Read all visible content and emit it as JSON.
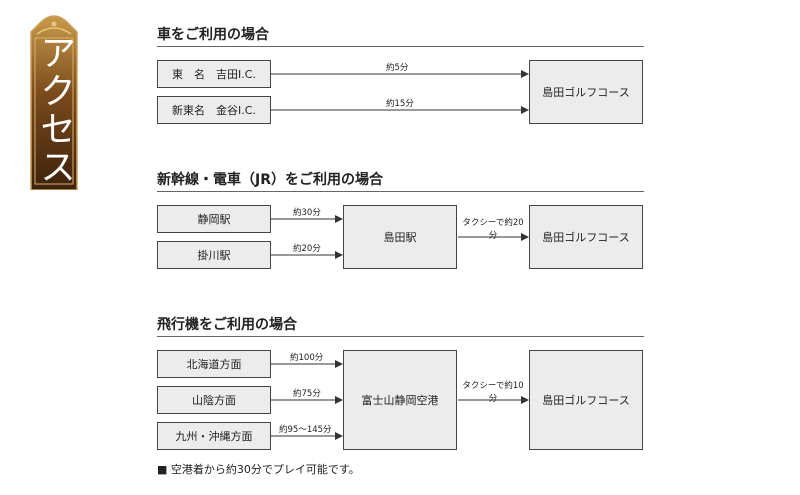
{
  "banner": {
    "title": "アクセス",
    "colors": {
      "gold": "#b98a3e",
      "dark": "#4a2c12"
    }
  },
  "car": {
    "title": "車をご利用の場合",
    "origins": [
      "東　名　吉田I.C.",
      "新東名　金谷I.C."
    ],
    "times": [
      "約5分",
      "約15分"
    ],
    "destination": "島田ゴルフコース"
  },
  "rail": {
    "title": "新幹線・電車（JR）をご利用の場合",
    "origins": [
      "静岡駅",
      "掛川駅"
    ],
    "times": [
      "約30分",
      "約20分"
    ],
    "hub": "島田駅",
    "transfer": [
      "タクシーで約20",
      "分"
    ],
    "destination": "島田ゴルフコース"
  },
  "air": {
    "title": "飛行機をご利用の場合",
    "origins": [
      "北海道方面",
      "山陰方面",
      "九州・沖縄方面"
    ],
    "times": [
      "約100分",
      "約75分",
      "約95〜145分"
    ],
    "hub": "富士山静岡空港",
    "transfer": [
      "タクシーで約10",
      "分"
    ],
    "destination": "島田ゴルフコース"
  },
  "note": "■ 空港着から約30分でプレイ可能です。"
}
